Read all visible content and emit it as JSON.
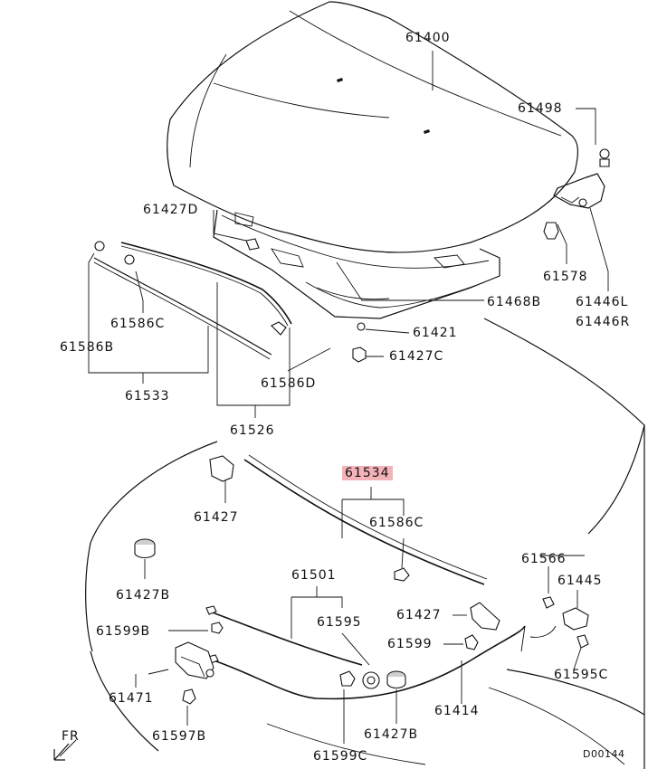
{
  "labels": {
    "p61400": "61400",
    "p61498": "61498",
    "p61427D": "61427D",
    "p61578": "61578",
    "p61446L": "61446L",
    "p61446R": "61446R",
    "p61468B": "61468B",
    "p61421": "61421",
    "p61427C": "61427C",
    "p61586C_a": "61586C",
    "p61586B": "61586B",
    "p61533": "61533",
    "p61586D": "61586D",
    "p61526": "61526",
    "p61534": "61534",
    "p61586C_b": "61586C",
    "p61427_a": "61427",
    "p61566": "61566",
    "p61445": "61445",
    "p61427B_a": "61427B",
    "p61501": "61501",
    "p61595": "61595",
    "p61427_b": "61427",
    "p61599B": "61599B",
    "p61599": "61599",
    "p61595C": "61595C",
    "p61471": "61471",
    "p61414": "61414",
    "p61597B": "61597B",
    "p61427B_b": "61427B",
    "p61599C": "61599C",
    "fr": "FR",
    "code": "D00144"
  },
  "colors": {
    "highlight": "#f4b3b8",
    "line": "#111111",
    "background": "#ffffff"
  }
}
